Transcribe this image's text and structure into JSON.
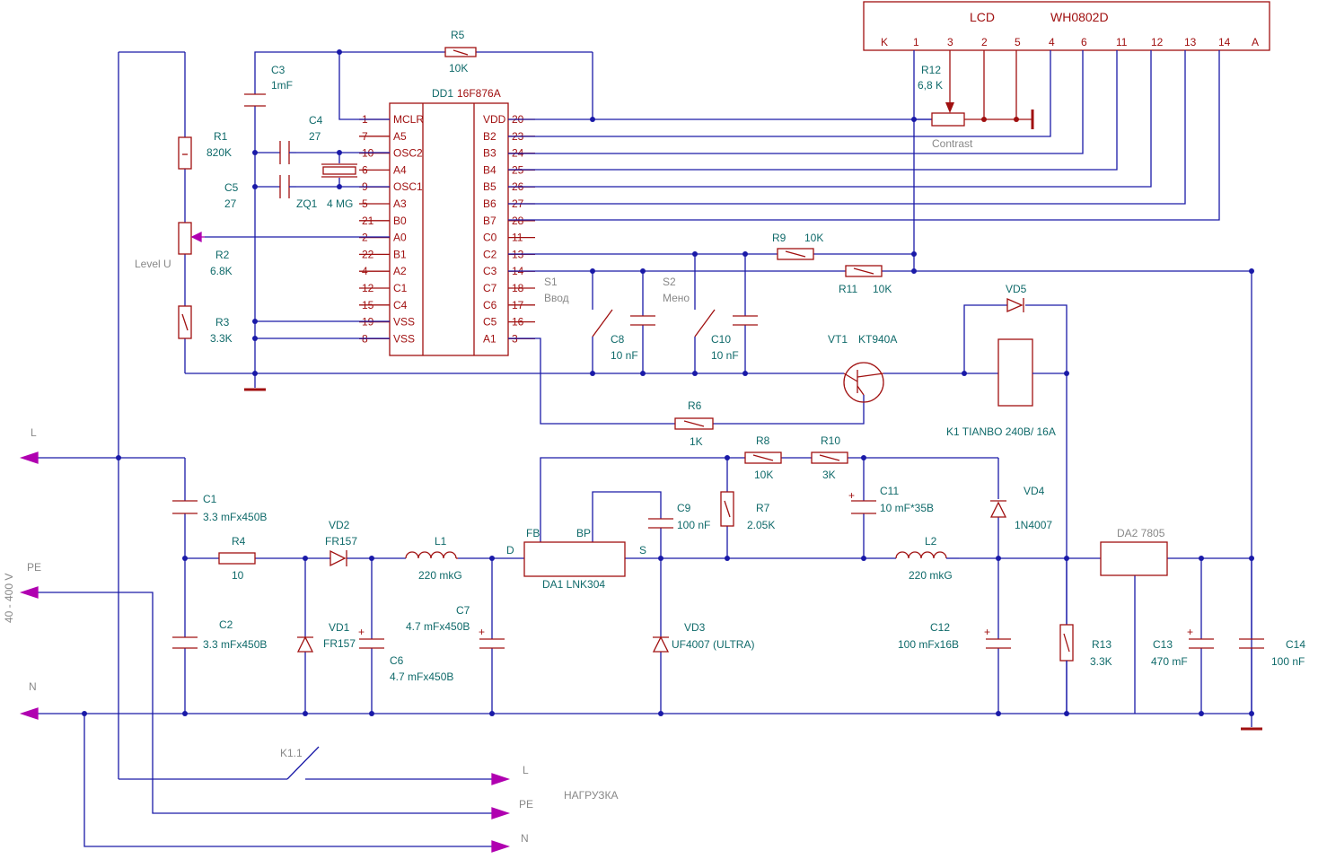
{
  "lcd": {
    "title": "LCD",
    "model": "WH0802D",
    "pins": [
      "K",
      "1",
      "3",
      "2",
      "5",
      "4",
      "6",
      "11",
      "12",
      "13",
      "14",
      "A"
    ]
  },
  "mcu": {
    "ref": "DD1",
    "part": "16F876A",
    "left_nums": [
      "1",
      "7",
      "10",
      "6",
      "9",
      "5",
      "21",
      "2",
      "22",
      "4",
      "12",
      "15",
      "19",
      "8"
    ],
    "left_pins": [
      "MCLR",
      "A5",
      "OSC2",
      "A4",
      "OSC1",
      "A3",
      "B0",
      "A0",
      "B1",
      "A2",
      "C1",
      "C4",
      "VSS",
      "VSS"
    ],
    "right_pins": [
      "VDD",
      "B2",
      "B3",
      "B4",
      "B5",
      "B6",
      "B7",
      "C0",
      "C2",
      "C3",
      "C7",
      "C6",
      "C5",
      "A1"
    ],
    "right_nums": [
      "20",
      "23",
      "24",
      "25",
      "26",
      "27",
      "28",
      "11",
      "13",
      "14",
      "18",
      "17",
      "16",
      "3"
    ]
  },
  "labels": {
    "R5": "R5",
    "R5v": "10K",
    "C3": "C3",
    "C3v": "1mF",
    "C4": "C4",
    "C4v": "27",
    "C5": "C5",
    "C5v": "27",
    "R1": "R1",
    "R1v": "820K",
    "R2": "R2",
    "R2v": "6.8K",
    "R3": "R3",
    "R3v": "3.3K",
    "ZQ1": "ZQ1",
    "ZQ1v": "4 MG",
    "level": "Level U",
    "R12": "R12",
    "R12v": "6,8 K",
    "contrast": "Contrast",
    "R9": "R9",
    "R9v": "10K",
    "R11": "R11",
    "R11v": "10K",
    "S1": "S1",
    "S1v": "Ввод",
    "S2": "S2",
    "S2v": "Мено",
    "C8": "C8",
    "C8v": "10 nF",
    "C10": "C10",
    "C10v": "10 nF",
    "VT1": "VT1",
    "VT1v": "KT940A",
    "VD5": "VD5",
    "R6": "R6",
    "R6v": "1K",
    "K1": "K1 TIANBO 240B/ 16A",
    "R8": "R8",
    "R8v": "10K",
    "R10": "R10",
    "R10v": "3K",
    "C1": "C1",
    "C1v": "3.3 mFx450B",
    "C2": "C2",
    "C2v": "3.3 mFx450B",
    "R4": "R4",
    "R4v": "10",
    "VD2": "VD2",
    "VD2v": "FR157",
    "VD1": "VD1",
    "VD1v": "FR157",
    "L1": "L1",
    "L1v": "220 mkG",
    "C6": "C6",
    "C6v": "4.7 mFx450B",
    "C7": "C7",
    "C7v": "4.7 mFx450B",
    "C9": "C9",
    "C9v": "100 nF",
    "R7": "R7",
    "R7v": "2.05K",
    "C11": "C11",
    "C11v": "10 mF*35B",
    "VD4": "VD4",
    "VD4v": "1N4007",
    "L2": "L2",
    "L2v": "220 mkG",
    "DA1": "DA1  LNK304",
    "FB": "FB",
    "BP": "BP",
    "D": "D",
    "S": "S",
    "VD3": "VD3",
    "VD3v": "UF4007 (ULTRA)",
    "C12": "C12",
    "C12v": "100 mFx16B",
    "R13": "R13",
    "R13v": "3.3K",
    "DA2": "DA2  7805",
    "C13": "C13",
    "C13v": "470 mF",
    "C14": "C14",
    "C14v": "100 nF",
    "L_in": "L",
    "PE_in": "PE",
    "N_in": "N",
    "voltage": "40 - 400 V",
    "K11": "K1.1",
    "L_out": "L",
    "PE_out": "PE",
    "N_out": "N",
    "load": "НАГРУЗКА"
  },
  "colors": {
    "wire": "#1a1aa8",
    "component": "#a01010",
    "text": "#0f6a6a",
    "arrow": "#b000b0"
  }
}
